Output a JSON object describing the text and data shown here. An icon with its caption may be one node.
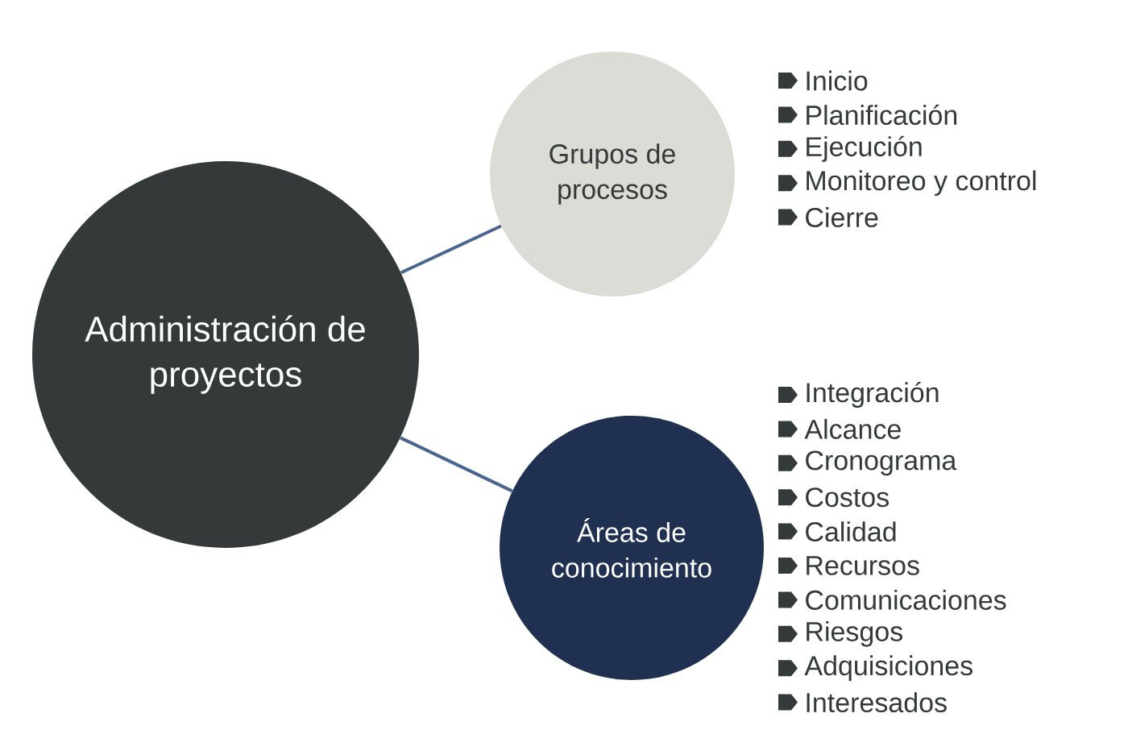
{
  "diagram": {
    "nodes": [
      {
        "text": [
          "Administración de proyectos"
        ]
      },
      {
        "text": [
          "Grupos de procesos"
        ],
        "beside": [
          "Inicio",
          "Planificación",
          "Ejecución",
          "Monitoreo y control",
          "Cierre"
        ]
      },
      {
        "text": [
          "Áreas de conocimiento"
        ],
        "beside": [
          "Integración",
          "Alcance",
          "Cronograma",
          "Costos",
          "Calidad",
          "Recursos",
          "Comunicaciones",
          "Riesgos",
          "Adquisiciones",
          "Interesados"
        ]
      }
    ],
    "edges": [
      {
        "from": 0,
        "to": 1,
        "arrow": "none"
      },
      {
        "from": 0,
        "to": 2,
        "arrow": "none"
      }
    ]
  }
}
